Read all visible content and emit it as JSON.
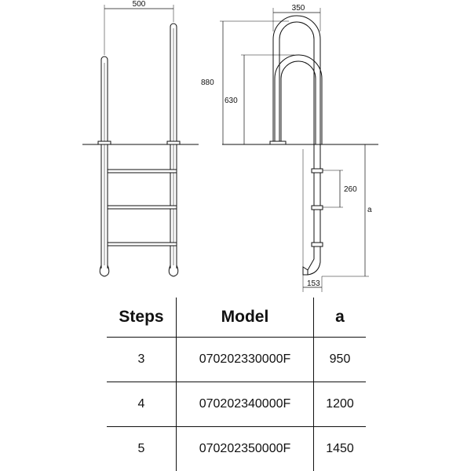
{
  "drawing": {
    "dimensions": {
      "width_500": "500",
      "width_350": "350",
      "height_880": "880",
      "height_630": "630",
      "step_260": "260",
      "depth_a": "a",
      "offset_153": "153"
    }
  },
  "table": {
    "headers": [
      "Steps",
      "Model",
      "a"
    ],
    "rows": [
      [
        "3",
        "070202330000F",
        "950"
      ],
      [
        "4",
        "070202340000F",
        "1200"
      ],
      [
        "5",
        "070202350000F",
        "1450"
      ]
    ]
  }
}
